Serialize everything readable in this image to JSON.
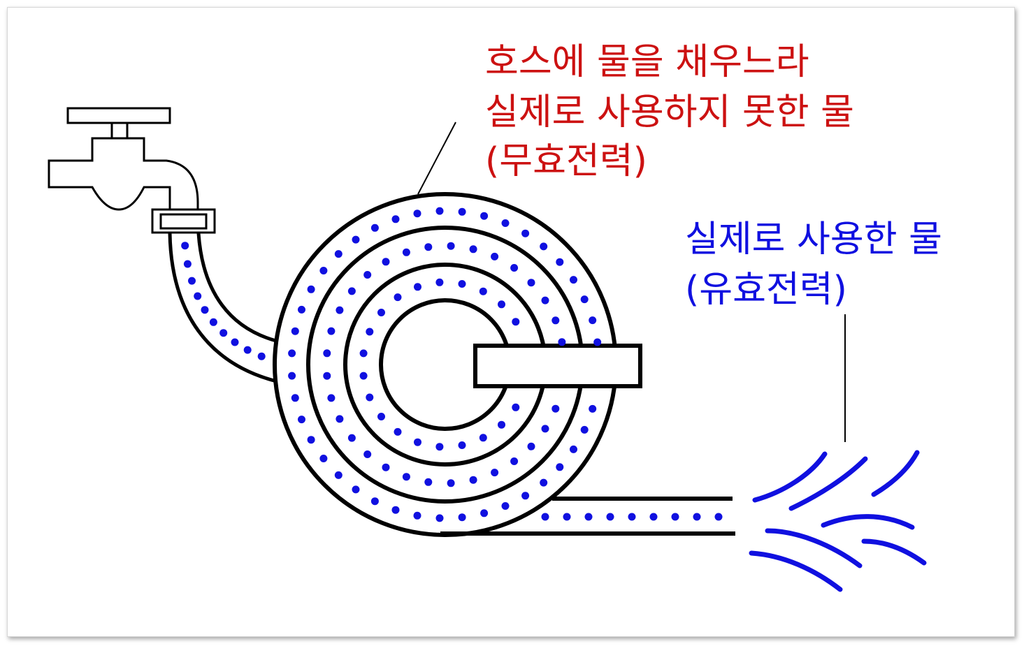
{
  "labels": {
    "wasted_line1": "호스에 물을 채우느라",
    "wasted_line2": "실제로 사용하지 못한 물",
    "wasted_line3": "(무효전력)",
    "used_line1": "실제로 사용한 물",
    "used_line2": "(유효전력)"
  },
  "colors": {
    "outline": "#000000",
    "water_dots": "#1010e0",
    "wasted_text": "#cc1111",
    "used_text": "#1010e0",
    "spray": "#1010e0"
  }
}
